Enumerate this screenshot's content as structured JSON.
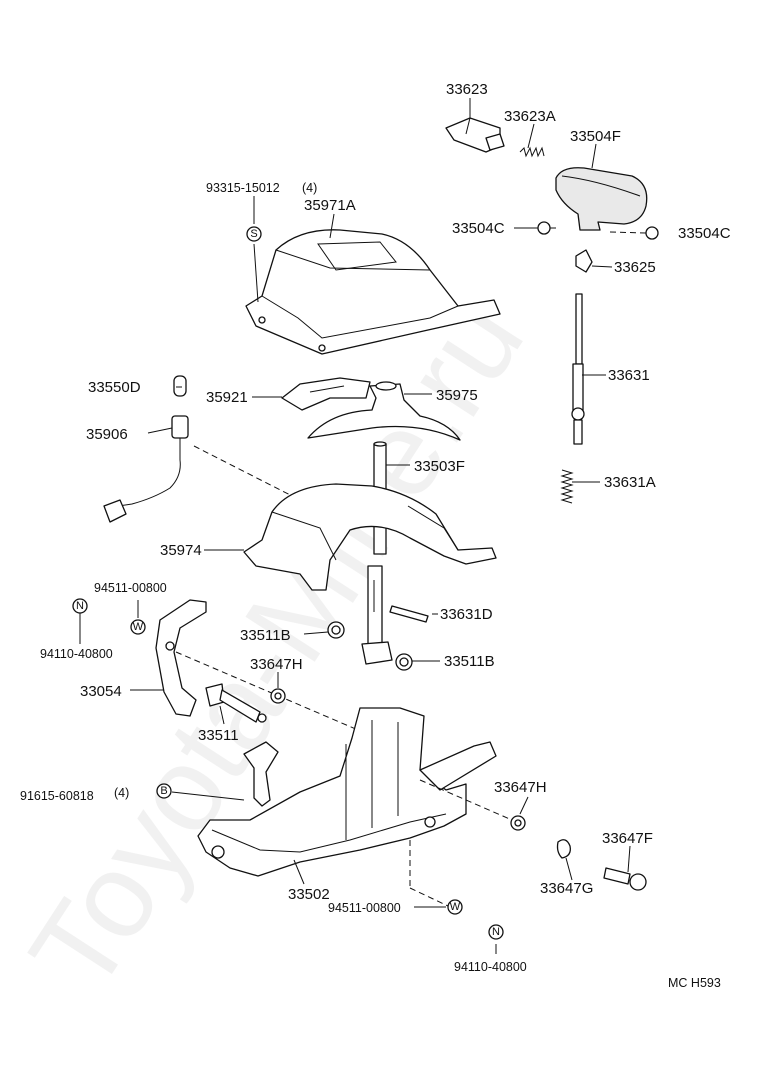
{
  "watermark": "Toyota-Mine.ru",
  "diagram_code": "MC  H593",
  "callouts": {
    "c_33623": "33623",
    "c_33623A": "33623A",
    "c_33504F": "33504F",
    "c_93315": "93315-15012",
    "c_93315_qty": "(4)",
    "c_35971A": "35971A",
    "c_33504C_l": "33504C",
    "c_33504C_r": "33504C",
    "c_33625": "33625",
    "c_33550D": "33550D",
    "c_35921": "35921",
    "c_35975": "35975",
    "c_33631": "33631",
    "c_35906": "35906",
    "c_33503F": "33503F",
    "c_33631A": "33631A",
    "c_35974": "35974",
    "c_94511_top": "94511-00800",
    "c_94110_top": "94110-40800",
    "c_33511B_l": "33511B",
    "c_33631D": "33631D",
    "c_33647H_top": "33647H",
    "c_33511B_r": "33511B",
    "c_33054": "33054",
    "c_33511": "33511",
    "c_91615": "91615-60818",
    "c_91615_qty": "(4)",
    "c_33647H_r": "33647H",
    "c_33647F": "33647F",
    "c_33647G": "33647G",
    "c_33502": "33502",
    "c_94511_bot": "94511-00800",
    "c_94110_bot": "94110-40800"
  },
  "symbols": {
    "s_top": "S",
    "n_top": "N",
    "w_top": "W",
    "b_mid": "B",
    "w_bot": "W",
    "n_bot": "N"
  }
}
